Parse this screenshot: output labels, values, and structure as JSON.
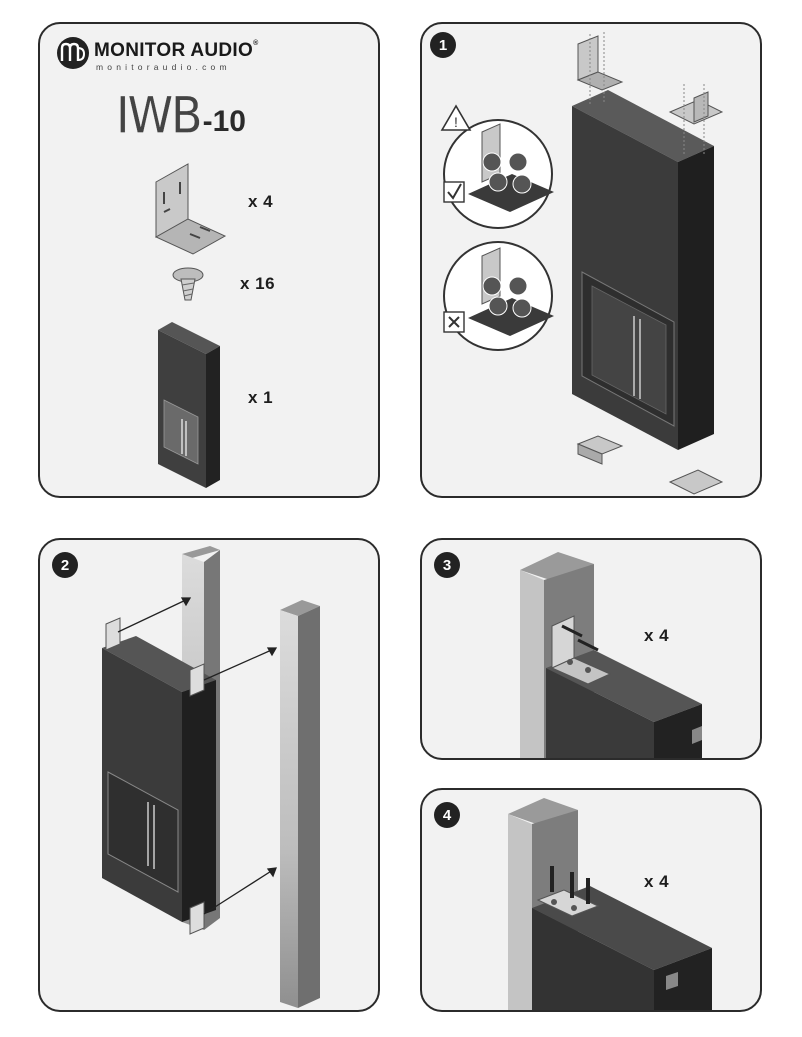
{
  "brand": {
    "name": "MONITOR AUDIO",
    "registered": "®",
    "url": "monitoraudio.com"
  },
  "model": {
    "main": "IWB",
    "suffix": "-10"
  },
  "parts": [
    {
      "part": "mounting-bracket",
      "qty": "x 4"
    },
    {
      "part": "screw",
      "qty": "x 16"
    },
    {
      "part": "backbox",
      "qty": "x 1"
    }
  ],
  "steps": [
    {
      "number": "1",
      "qty": ""
    },
    {
      "number": "2",
      "qty": ""
    },
    {
      "number": "3",
      "qty": "x 4"
    },
    {
      "number": "4",
      "qty": "x 4"
    }
  ],
  "colors": {
    "panel_border": "#2b2b2b",
    "panel_bg": "#f2f2f2",
    "box_dark": "#3a3a3a",
    "box_side": "#2a2a2a",
    "stud": "#d9d9d9"
  }
}
